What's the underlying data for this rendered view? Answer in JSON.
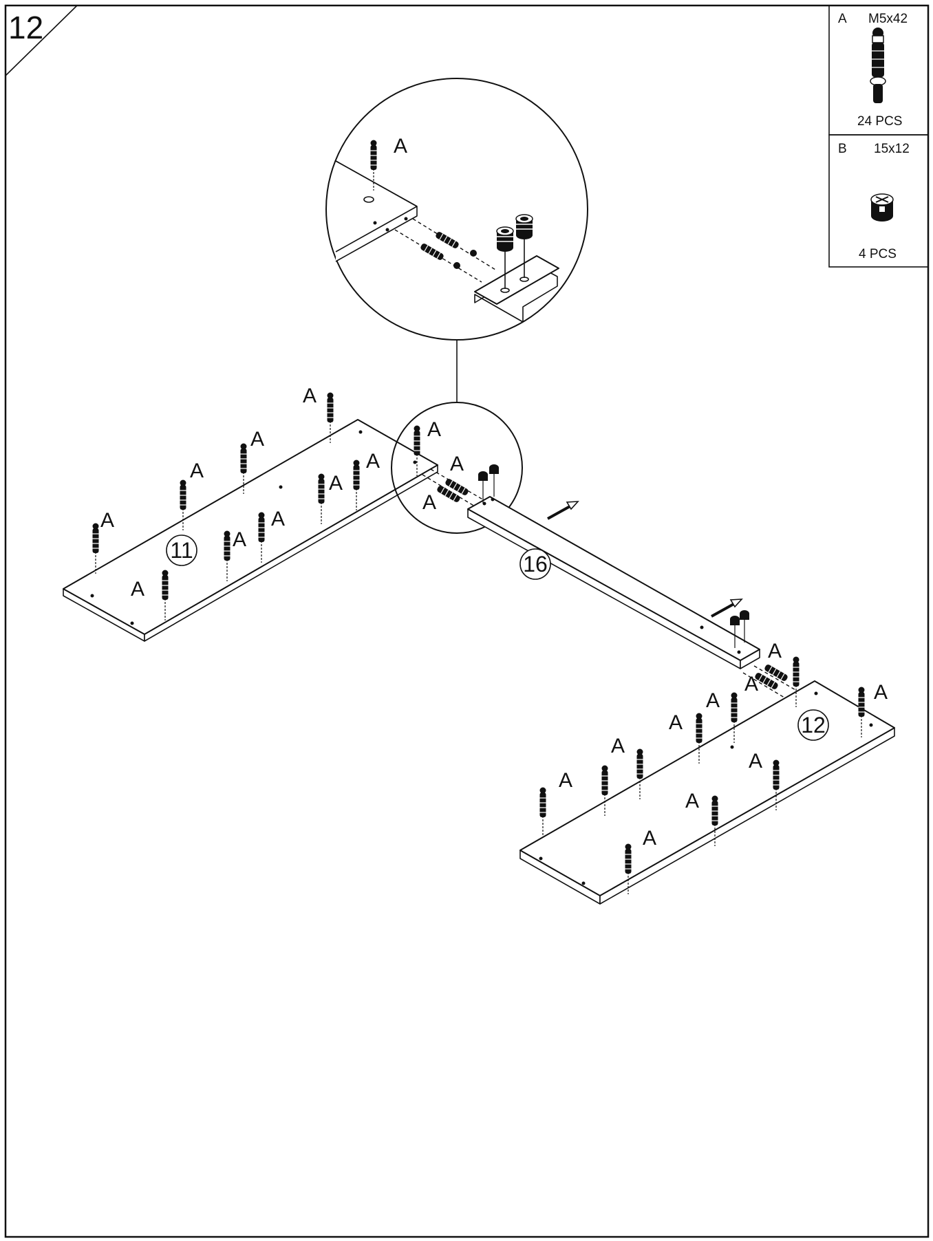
{
  "step": {
    "number": "12"
  },
  "legend": [
    {
      "letter": "A",
      "size": "M5x42",
      "icon": "cam-bolt-icon",
      "quantity": "24  PCS"
    },
    {
      "letter": "B",
      "size": "15x12",
      "icon": "cam-lock-icon",
      "quantity": "4  PCS"
    }
  ],
  "hardware_label": "A",
  "parts": {
    "left_panel": "11",
    "right_panel": "12",
    "connector_rail": "16"
  }
}
